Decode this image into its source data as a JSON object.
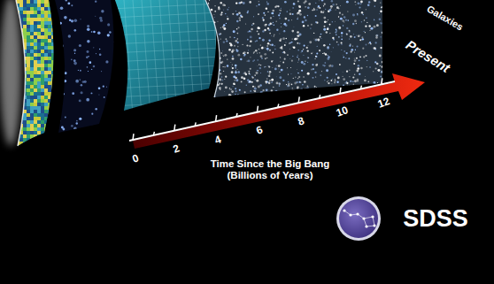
{
  "diagram": {
    "labels": [
      "Galaxies",
      "Present",
      "0",
      "2",
      "4",
      "6",
      "8",
      "10",
      "12",
      "Time Since the Big Bang (Billions of Years)",
      "SDSS"
    ]
  }
}
